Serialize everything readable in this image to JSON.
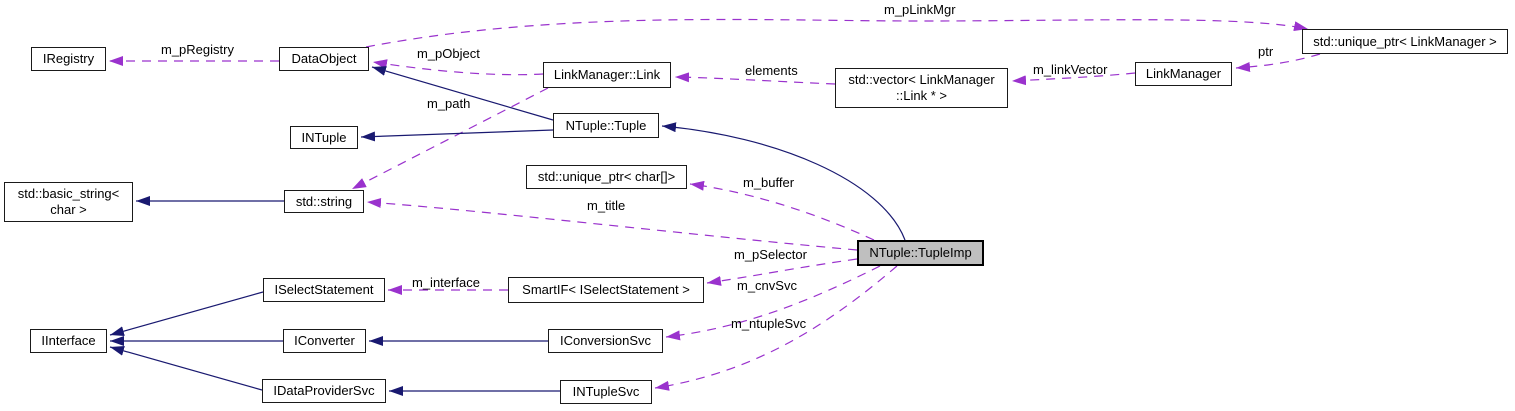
{
  "diagram": {
    "kind": "collaboration-graph",
    "colors": {
      "background": "#ffffff",
      "inheritance_edge": "#191970",
      "usage_edge": "#9a32cd",
      "node_fill": "#ffffff",
      "node_border": "#1a1a1a",
      "current_node_fill": "#bfbfbf"
    },
    "nodes": [
      {
        "label": "IRegistry",
        "current": false
      },
      {
        "label": "DataObject",
        "current": false
      },
      {
        "label": "LinkManager::Link",
        "current": false
      },
      {
        "label": "std::vector< LinkManager ::Link * >",
        "current": false
      },
      {
        "label": "LinkManager",
        "current": false
      },
      {
        "label": "std::unique_ptr< LinkManager >",
        "current": false
      },
      {
        "label": "INTuple",
        "current": false
      },
      {
        "label": "NTuple::Tuple",
        "current": false
      },
      {
        "label": "std::basic_string< char >",
        "current": false
      },
      {
        "label": "std::string",
        "current": false
      },
      {
        "label": "std::unique_ptr< char[]>",
        "current": false
      },
      {
        "label": "NTuple::TupleImp",
        "current": true
      },
      {
        "label": "ISelectStatement",
        "current": false
      },
      {
        "label": "SmartIF< ISelectStatement >",
        "current": false
      },
      {
        "label": "IInterface",
        "current": false
      },
      {
        "label": "IConverter",
        "current": false
      },
      {
        "label": "IConversionSvc",
        "current": false
      },
      {
        "label": "IDataProviderSvc",
        "current": false
      },
      {
        "label": "INTupleSvc",
        "current": false
      }
    ],
    "edges": [
      {
        "label": "m_pRegistry",
        "type": "usage",
        "from": "DataObject",
        "to": "IRegistry"
      },
      {
        "label": "m_pObject",
        "type": "usage",
        "from": "LinkManager::Link",
        "to": "DataObject"
      },
      {
        "label": "m_pLinkMgr",
        "type": "usage",
        "from": "DataObject",
        "to": "std::unique_ptr< LinkManager >"
      },
      {
        "label": "ptr",
        "type": "usage",
        "from": "std::unique_ptr< LinkManager >",
        "to": "LinkManager"
      },
      {
        "label": "m_linkVector",
        "type": "usage",
        "from": "LinkManager",
        "to": "std::vector< LinkManager ::Link * >"
      },
      {
        "label": "elements",
        "type": "usage",
        "from": "std::vector< LinkManager ::Link * >",
        "to": "LinkManager::Link"
      },
      {
        "label": "m_path",
        "type": "usage",
        "from": "LinkManager::Link",
        "to": "std::string"
      },
      {
        "label": "m_buffer",
        "type": "usage",
        "from": "NTuple::TupleImp",
        "to": "std::unique_ptr< char[]>"
      },
      {
        "label": "m_title",
        "type": "usage",
        "from": "NTuple::TupleImp",
        "to": "std::string"
      },
      {
        "label": "m_pSelector",
        "type": "usage",
        "from": "NTuple::TupleImp",
        "to": "SmartIF< ISelectStatement >"
      },
      {
        "label": "m_cnvSvc",
        "type": "usage",
        "from": "NTuple::TupleImp",
        "to": "IConversionSvc"
      },
      {
        "label": "m_ntupleSvc",
        "type": "usage",
        "from": "NTuple::TupleImp",
        "to": "INTupleSvc"
      },
      {
        "label": "m_interface",
        "type": "usage",
        "from": "SmartIF< ISelectStatement >",
        "to": "ISelectStatement"
      },
      {
        "label": "",
        "type": "inheritance",
        "from": "NTuple::Tuple",
        "to": "DataObject"
      },
      {
        "label": "",
        "type": "inheritance",
        "from": "NTuple::Tuple",
        "to": "INTuple"
      },
      {
        "label": "",
        "type": "inheritance",
        "from": "NTuple::TupleImp",
        "to": "NTuple::Tuple"
      },
      {
        "label": "",
        "type": "inheritance",
        "from": "std::string",
        "to": "std::basic_string< char >"
      },
      {
        "label": "",
        "type": "inheritance",
        "from": "ISelectStatement",
        "to": "IInterface"
      },
      {
        "label": "",
        "type": "inheritance",
        "from": "IConverter",
        "to": "IInterface"
      },
      {
        "label": "",
        "type": "inheritance",
        "from": "IDataProviderSvc",
        "to": "IInterface"
      },
      {
        "label": "",
        "type": "inheritance",
        "from": "IConversionSvc",
        "to": "IConverter"
      },
      {
        "label": "",
        "type": "inheritance",
        "from": "INTupleSvc",
        "to": "IDataProviderSvc"
      }
    ]
  }
}
